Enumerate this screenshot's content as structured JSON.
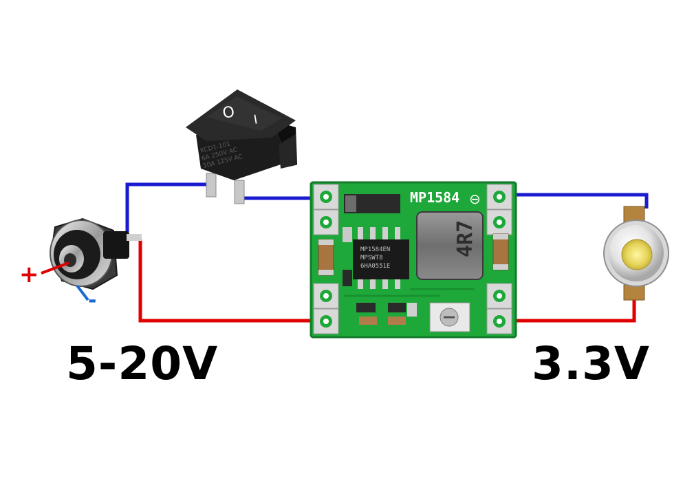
{
  "labels": {
    "input_voltage": "5-20V",
    "output_voltage": "3.3V",
    "jack_plus": "+",
    "jack_minus": "-"
  },
  "switch": {
    "symbol_on": "O",
    "symbol_off": "I",
    "marking_lines": [
      "KCD1-101",
      "6A 250V AC",
      "10A 125V AC"
    ]
  },
  "module": {
    "chip_name": "MP1584",
    "inductor_code": "4R7",
    "ic_marking_lines": [
      "MP1584EN",
      "MPSWT8",
      "6HA0551E"
    ],
    "polarity_symbol": "⊖"
  },
  "colors": {
    "wire_positive": "#e00000",
    "wire_negative": "#1a1ad0",
    "pcb": "#1fa83a",
    "text": "#000000"
  }
}
